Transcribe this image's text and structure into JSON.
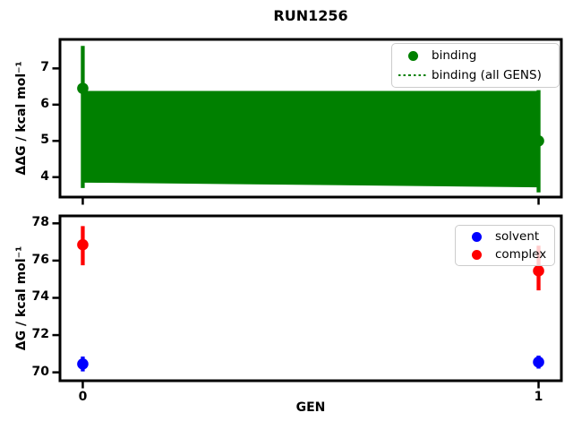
{
  "title": "RUN1256",
  "colors": {
    "binding": "#008000",
    "solvent": "#0000ff",
    "complex": "#ff0000",
    "axes": "#000000",
    "legend_border": "#cccccc"
  },
  "chart_data": [
    {
      "type": "scatter",
      "subplot": "top",
      "ylabel": "ΔΔG / kcal mol⁻¹",
      "ylim": [
        3.45,
        7.8
      ],
      "yticks": [
        4,
        5,
        6,
        7
      ],
      "xlim": [
        -0.05,
        1.05
      ],
      "xticks": [
        0,
        1
      ],
      "show_xtick_labels": false,
      "grid": false,
      "series": [
        {
          "name": "binding",
          "color": "#008000",
          "marker": "circle",
          "x": [
            0,
            1
          ],
          "y": [
            6.45,
            5.0
          ],
          "y_err_low": [
            3.7,
            3.58
          ],
          "y_err_high": [
            7.62,
            6.4
          ]
        }
      ],
      "band": {
        "name": "binding (all GENS)",
        "color": "#008000",
        "line_style": "dotted",
        "x": [
          0,
          1
        ],
        "upper": [
          6.38,
          6.38
        ],
        "lower": [
          3.85,
          3.72
        ]
      },
      "legend": {
        "position": "upper right",
        "items": [
          {
            "label": "binding",
            "marker": "dot",
            "color": "#008000"
          },
          {
            "label": "binding (all GENS)",
            "marker": "dotted-line",
            "color": "#008000"
          }
        ]
      }
    },
    {
      "type": "scatter",
      "subplot": "bottom",
      "ylabel": "ΔG / kcal mol⁻¹",
      "xlabel": "GEN",
      "ylim": [
        69.55,
        78.4
      ],
      "yticks": [
        70,
        72,
        74,
        76,
        78
      ],
      "xlim": [
        -0.05,
        1.05
      ],
      "xticks": [
        0,
        1
      ],
      "show_xtick_labels": true,
      "grid": false,
      "series": [
        {
          "name": "solvent",
          "color": "#0000ff",
          "marker": "circle",
          "x": [
            0,
            1
          ],
          "y": [
            70.45,
            70.55
          ],
          "y_err_low": [
            70.05,
            70.2
          ],
          "y_err_high": [
            70.85,
            70.9
          ]
        },
        {
          "name": "complex",
          "color": "#ff0000",
          "marker": "circle",
          "x": [
            0,
            1
          ],
          "y": [
            76.85,
            75.45
          ],
          "y_err_low": [
            75.75,
            74.4
          ],
          "y_err_high": [
            77.85,
            76.8
          ]
        }
      ],
      "legend": {
        "position": "upper right",
        "items": [
          {
            "label": "solvent",
            "marker": "dot",
            "color": "#0000ff"
          },
          {
            "label": "complex",
            "marker": "dot",
            "color": "#ff0000"
          }
        ]
      }
    }
  ]
}
